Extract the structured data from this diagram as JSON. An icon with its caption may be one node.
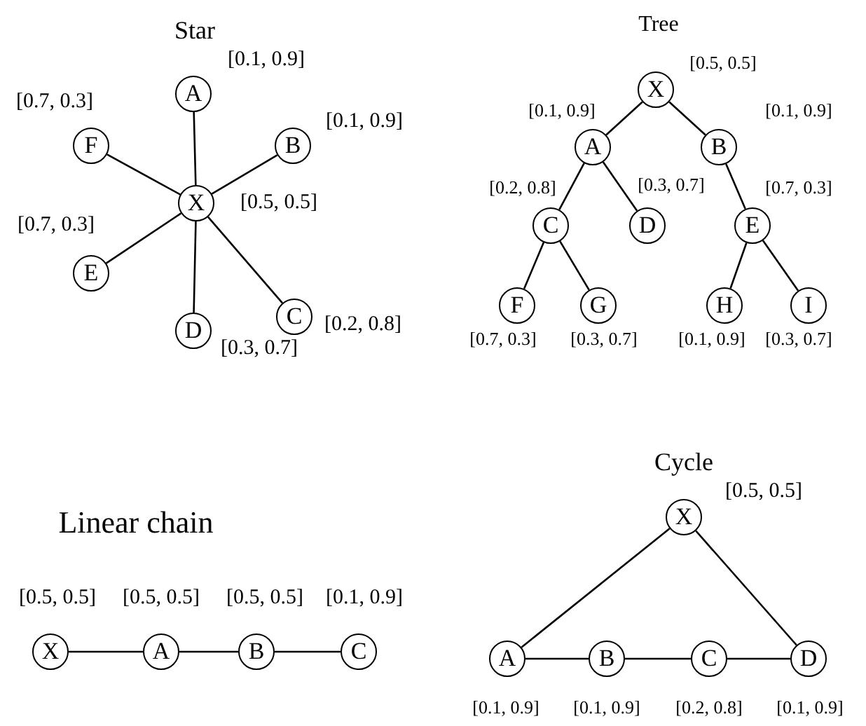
{
  "diagram": {
    "nodes": [
      {
        "text": [
          "A"
        ],
        "beside": [
          "[0.1, 0.9]"
        ]
      },
      {
        "text": [
          "F"
        ],
        "beside": [
          "[0.7, 0.3]"
        ]
      },
      {
        "text": [
          "B"
        ],
        "beside": [
          "[0.1, 0.9]"
        ]
      },
      {
        "text": [
          "X"
        ],
        "beside": [
          "[0.5, 0.5]"
        ]
      },
      {
        "text": [
          "E"
        ],
        "beside": [
          "[0.7, 0.3]"
        ]
      },
      {
        "text": [
          "C"
        ],
        "beside": [
          "[0.2, 0.8]"
        ]
      },
      {
        "text": [
          "D"
        ],
        "beside": [
          "[0.3, 0.7]"
        ]
      },
      {
        "text": [
          "X"
        ],
        "beside": [
          "[0.5, 0.5]"
        ]
      },
      {
        "text": [
          "A"
        ],
        "beside": [
          "[0.1, 0.9]"
        ]
      },
      {
        "text": [
          "B"
        ],
        "beside": [
          "[0.1, 0.9]"
        ]
      },
      {
        "text": [
          "C"
        ],
        "beside": [
          "[0.2, 0.8]"
        ]
      },
      {
        "text": [
          "D"
        ],
        "beside": [
          "[0.3, 0.7]"
        ]
      },
      {
        "text": [
          "E"
        ],
        "beside": [
          "[0.7, 0.3]"
        ]
      },
      {
        "text": [
          "F"
        ],
        "beside": [
          "[0.7, 0.3]"
        ]
      },
      {
        "text": [
          "G"
        ],
        "beside": [
          "[0.3, 0.7]"
        ]
      },
      {
        "text": [
          "H"
        ],
        "beside": [
          "[0.1, 0.9]"
        ]
      },
      {
        "text": [
          "I"
        ],
        "beside": [
          "[0.3, 0.7]"
        ]
      },
      {
        "text": [
          "X"
        ],
        "beside": [
          "[0.5, 0.5]"
        ]
      },
      {
        "text": [
          "A"
        ],
        "beside": [
          "[0.5, 0.5]"
        ]
      },
      {
        "text": [
          "B"
        ],
        "beside": [
          "[0.5, 0.5]"
        ]
      },
      {
        "text": [
          "C"
        ],
        "beside": [
          "[0.1, 0.9]"
        ]
      },
      {
        "text": [
          "X"
        ],
        "beside": [
          "[0.5, 0.5]"
        ]
      },
      {
        "text": [
          "A"
        ],
        "beside": [
          "[0.1, 0.9]"
        ]
      },
      {
        "text": [
          "B"
        ],
        "beside": [
          "[0.1, 0.9]"
        ]
      },
      {
        "text": [
          "C"
        ],
        "beside": [
          "[0.2, 0.8]"
        ]
      },
      {
        "text": [
          "D"
        ],
        "beside": [
          "[0.1, 0.9]"
        ]
      }
    ],
    "edges": [
      {
        "from": 3,
        "to": 0,
        "arrow": "none"
      },
      {
        "from": 3,
        "to": 2,
        "arrow": "none"
      },
      {
        "from": 3,
        "to": 5,
        "arrow": "none"
      },
      {
        "from": 3,
        "to": 6,
        "arrow": "none"
      },
      {
        "from": 3,
        "to": 4,
        "arrow": "none"
      },
      {
        "from": 3,
        "to": 1,
        "arrow": "none"
      },
      {
        "from": 7,
        "to": 8,
        "arrow": "none"
      },
      {
        "from": 7,
        "to": 9,
        "arrow": "none"
      },
      {
        "from": 8,
        "to": 10,
        "arrow": "none"
      },
      {
        "from": 8,
        "to": 11,
        "arrow": "none"
      },
      {
        "from": 9,
        "to": 12,
        "arrow": "none"
      },
      {
        "from": 10,
        "to": 13,
        "arrow": "none"
      },
      {
        "from": 10,
        "to": 14,
        "arrow": "none"
      },
      {
        "from": 12,
        "to": 15,
        "arrow": "none"
      },
      {
        "from": 12,
        "to": 16,
        "arrow": "none"
      },
      {
        "from": 17,
        "to": 18,
        "arrow": "none"
      },
      {
        "from": 18,
        "to": 19,
        "arrow": "none"
      },
      {
        "from": 19,
        "to": 20,
        "arrow": "none"
      },
      {
        "from": 21,
        "to": 22,
        "arrow": "none"
      },
      {
        "from": 22,
        "to": 23,
        "arrow": "none"
      },
      {
        "from": 23,
        "to": 24,
        "arrow": "none"
      },
      {
        "from": 24,
        "to": 25,
        "arrow": "none"
      },
      {
        "from": 25,
        "to": 21,
        "arrow": "none"
      }
    ],
    "labels": [
      "Star",
      "Tree",
      "Linear chain",
      "Cycle"
    ]
  }
}
